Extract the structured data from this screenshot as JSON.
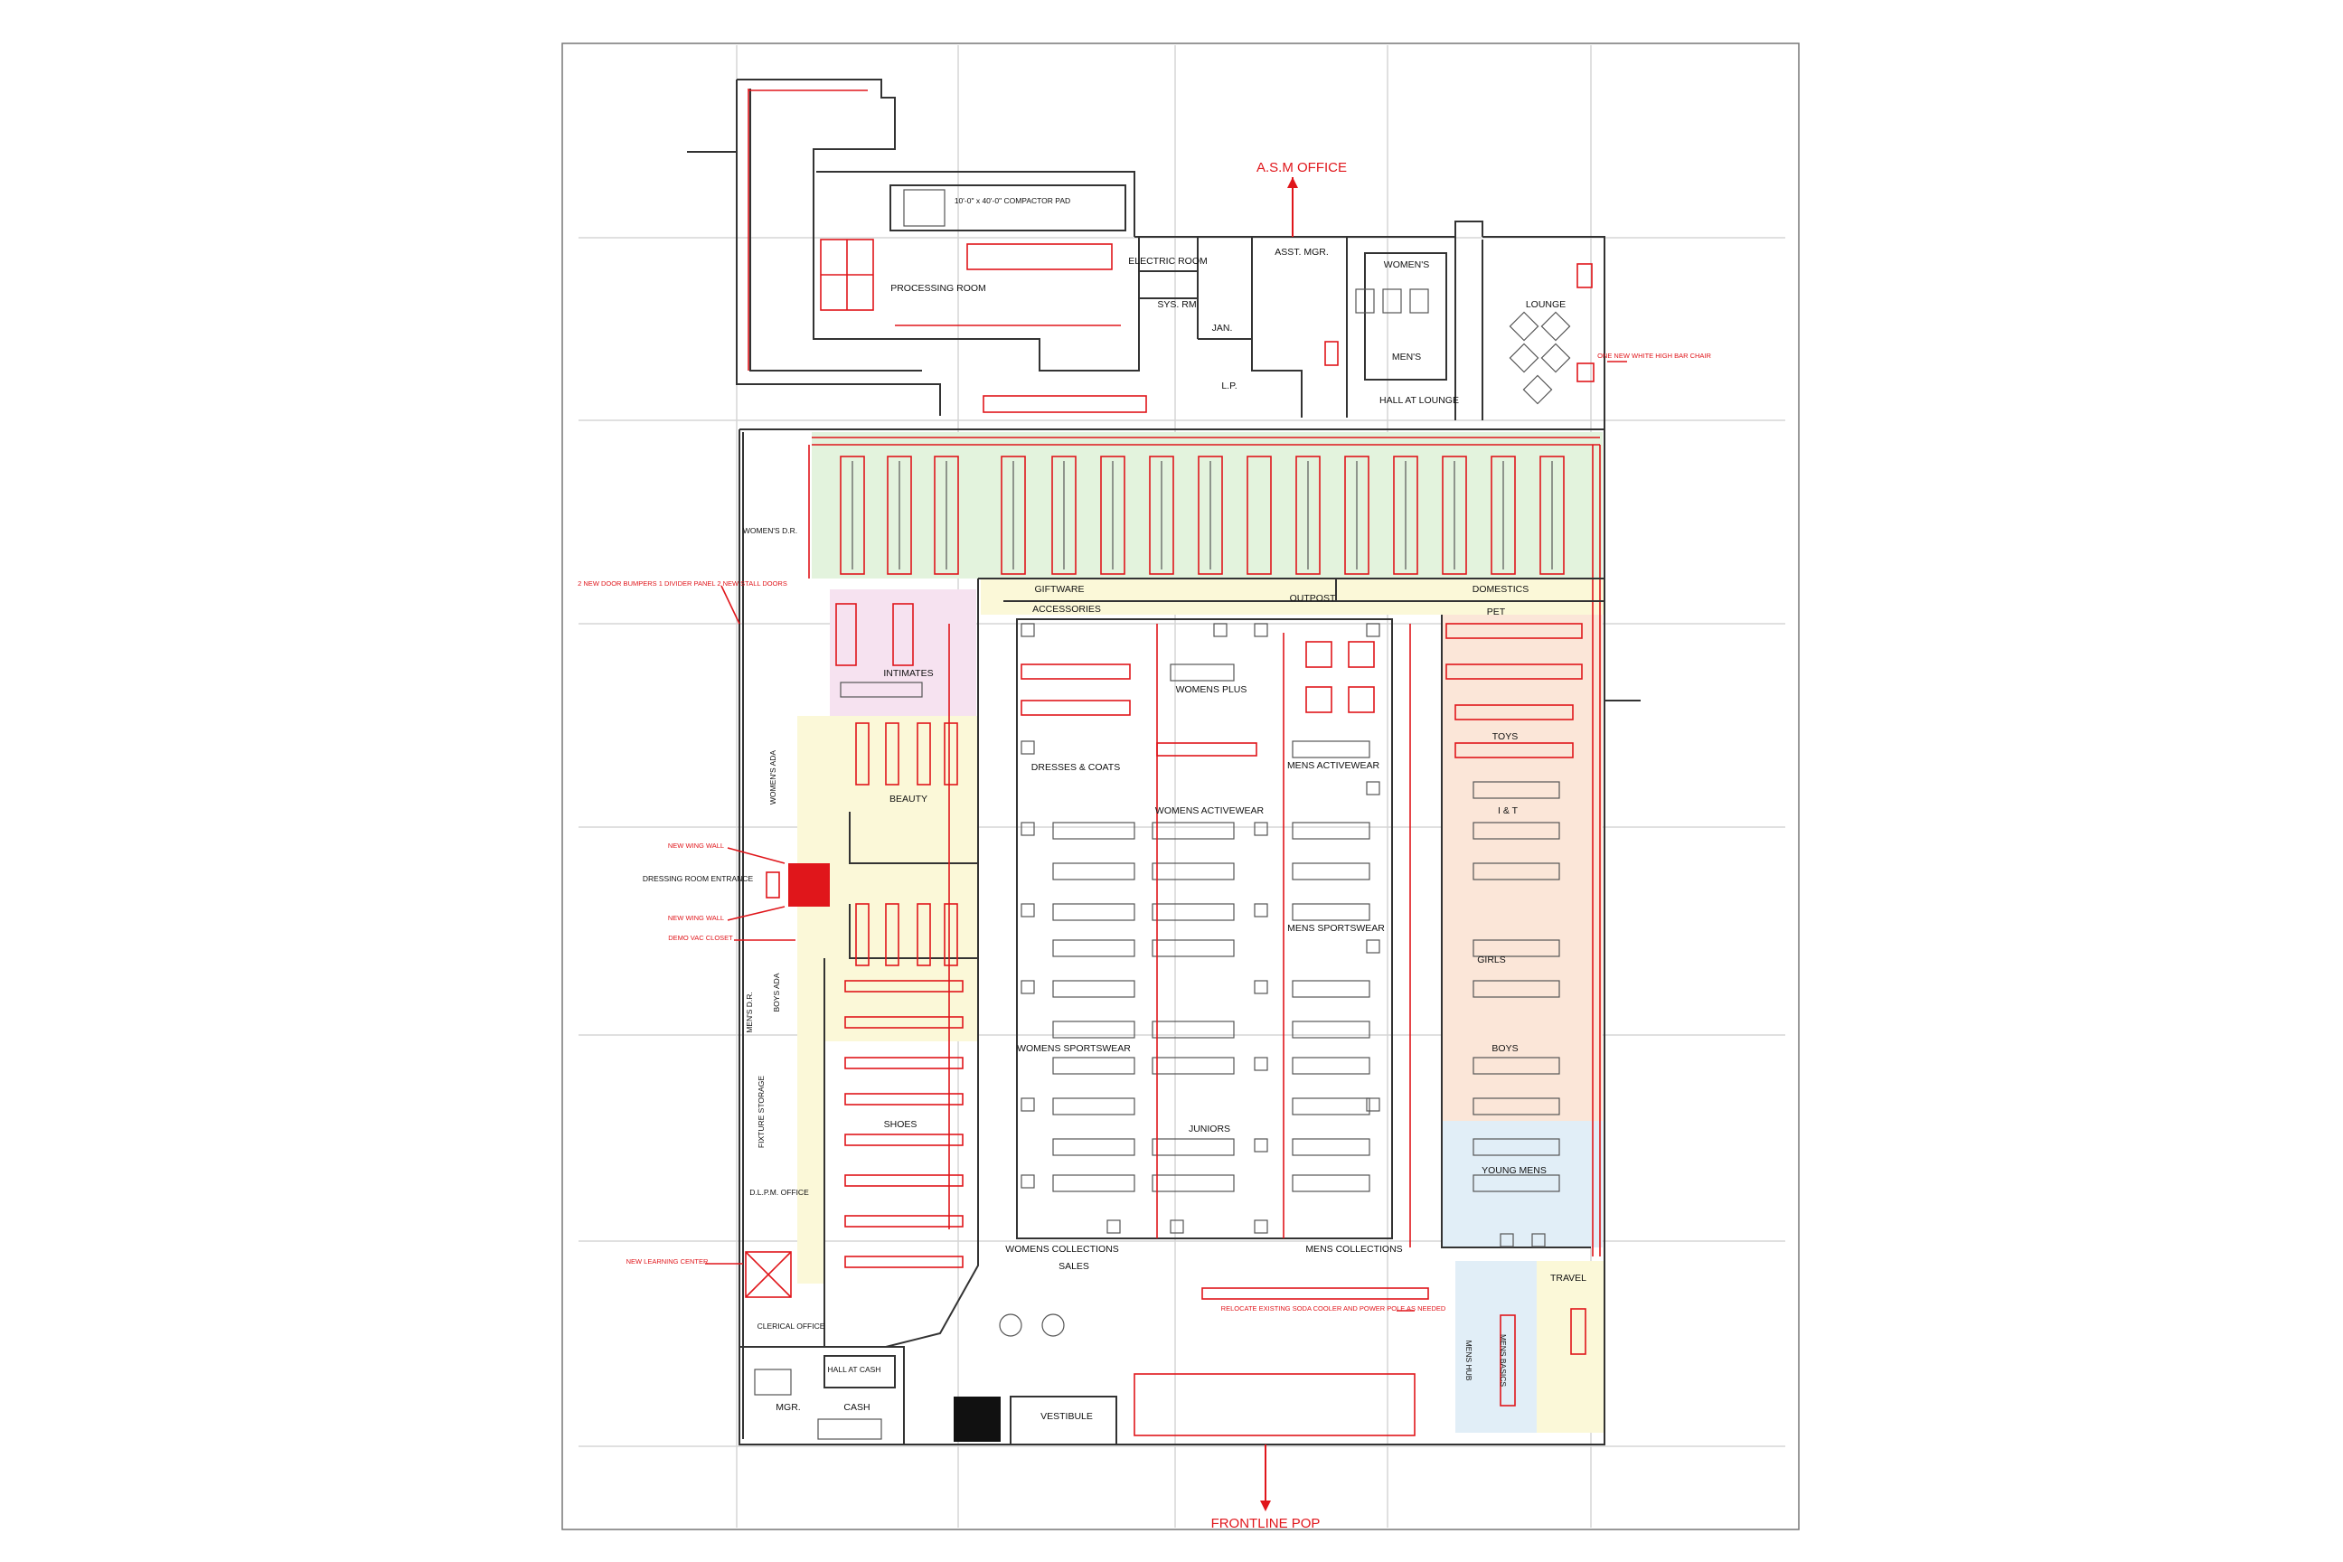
{
  "headings": {
    "top": "A.S.M OFFICE",
    "bottom": "FRONTLINE POP"
  },
  "back_rooms": {
    "compactor": "10'-0\" x 40'-0\" COMPACTOR PAD",
    "processing": "PROCESSING ROOM",
    "electric": "ELECTRIC ROOM",
    "sys": "SYS. RM",
    "jan": "JAN.",
    "asst": "ASST. MGR.",
    "lp": "L.P.",
    "womens_rr": "WOMEN'S",
    "mens_rr": "MEN'S",
    "hall_lounge": "HALL AT LOUNGE",
    "lounge": "LOUNGE"
  },
  "departments": {
    "giftware": "GIFTWARE",
    "accessories": "ACCESSORIES",
    "outpost": "OUTPOST",
    "domestics": "DOMESTICS",
    "pet": "PET",
    "intimates": "INTIMATES",
    "womens_plus": "WOMENS PLUS",
    "toys": "TOYS",
    "dresses": "DRESSES & COATS",
    "mens_active": "MENS ACTIVEWEAR",
    "beauty": "BEAUTY",
    "womens_active": "WOMENS ACTIVEWEAR",
    "it": "I & T",
    "mens_sports": "MENS SPORTSWEAR",
    "girls": "GIRLS",
    "womens_sports": "WOMENS SPORTSWEAR",
    "boys": "BOYS",
    "shoes": "SHOES",
    "juniors": "JUNIORS",
    "young_mens": "YOUNG MENS",
    "womens_coll": "WOMENS COLLECTIONS",
    "mens_coll": "MENS COLLECTIONS",
    "sales": "SALES",
    "travel": "TRAVEL",
    "mens_hub": "MENS HUB",
    "mens_basics": "MENS BASICS"
  },
  "front_rooms": {
    "womens_dr": "WOMEN'S D.R.",
    "womens_ada": "WOMEN'S ADA",
    "dressing": "DRESSING ROOM ENTRANCE",
    "mens_dr": "MEN'S D.R.",
    "boys_ada": "BOYS ADA",
    "fixture_storage": "FIXTURE STORAGE",
    "dlpm": "D.L.P.M. OFFICE",
    "clerical": "CLERICAL OFFICE",
    "hall_cash": "HALL AT CASH",
    "mgr": "MGR.",
    "cash": "CASH",
    "vestibule": "VESTIBULE"
  },
  "notes": {
    "chair": "ONE NEW WHITE HIGH BAR CHAIR",
    "door_bumpers": "2 NEW DOOR BUMPERS 1 DIVIDER PANEL 2 NEW STALL DOORS",
    "wing_wall_1": "NEW WING WALL",
    "wing_wall_2": "NEW WING WALL",
    "demo_closet": "DEMO VAC CLOSET",
    "learning": "NEW LEARNING CENTER",
    "soda": "RELOCATE EXISTING SODA COOLER AND POWER POLE AS NEEDED"
  },
  "colors": {
    "markup": "#e0161b",
    "zone_green": "#e3f3dd",
    "zone_yellow": "#fbf8d8",
    "zone_pink": "#f6e2f0",
    "zone_peach": "#fbe6d8",
    "zone_blue": "#e1eef7"
  }
}
